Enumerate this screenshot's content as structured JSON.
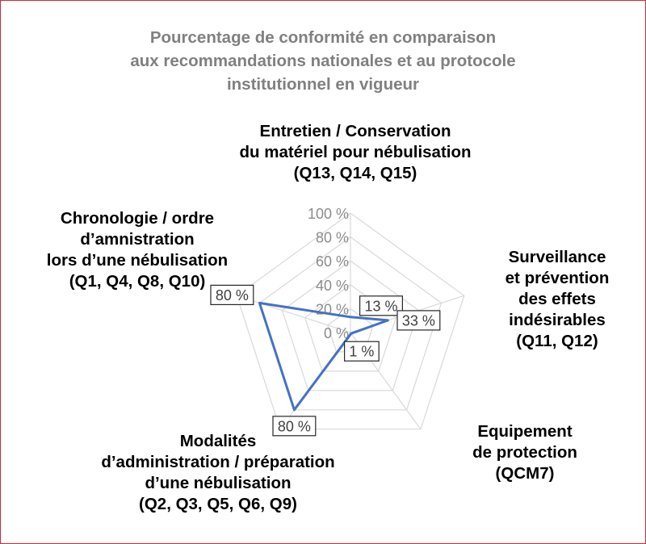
{
  "chart_data": {
    "type": "radar",
    "title": [
      "Pourcentage de conformité en comparaison",
      "aux recommandations nationales et au protocole",
      "institutionnel en vigueur"
    ],
    "axes": [
      {
        "lines": [
          "Entretien / Conservation",
          "du matériel pour nébulisation",
          "(Q13, Q14, Q15)"
        ]
      },
      {
        "lines": [
          "Surveillance",
          "et prévention",
          "des effets",
          "indésirables",
          "(Q11, Q12)"
        ]
      },
      {
        "lines": [
          "Equipement",
          "de protection",
          "(QCM7)"
        ]
      },
      {
        "lines": [
          "Modalités",
          "d’administration / préparation",
          "d’une nébulisation",
          "(Q2, Q3, Q5, Q6, Q9)"
        ]
      },
      {
        "lines": [
          "Chronologie / ordre",
          "d’amnistration",
          "lors d’une nébulisation",
          "(Q1, Q4, Q8, Q10)"
        ]
      }
    ],
    "values": [
      13,
      33,
      1,
      80,
      80
    ],
    "data_labels": [
      "13 %",
      "33 %",
      "1 %",
      "80 %",
      "80 %"
    ],
    "radial_range": [
      0,
      100
    ],
    "radial_ticks": [
      0,
      20,
      40,
      60,
      80,
      100
    ],
    "radial_tick_labels": [
      "0 %",
      "20 %",
      "40 %",
      "60 %",
      "80 %",
      "100 %"
    ],
    "grid": true,
    "legend": "none",
    "series_color": "#4472c4",
    "grid_color": "#d9d9d9"
  }
}
